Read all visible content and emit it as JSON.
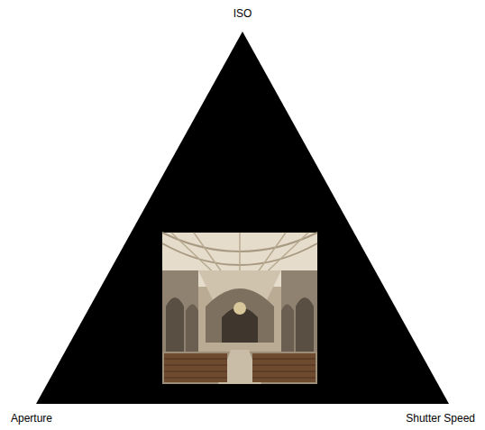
{
  "diagram": {
    "labels": [
      "ISO",
      "Aperture",
      "Shutter Speed"
    ]
  }
}
